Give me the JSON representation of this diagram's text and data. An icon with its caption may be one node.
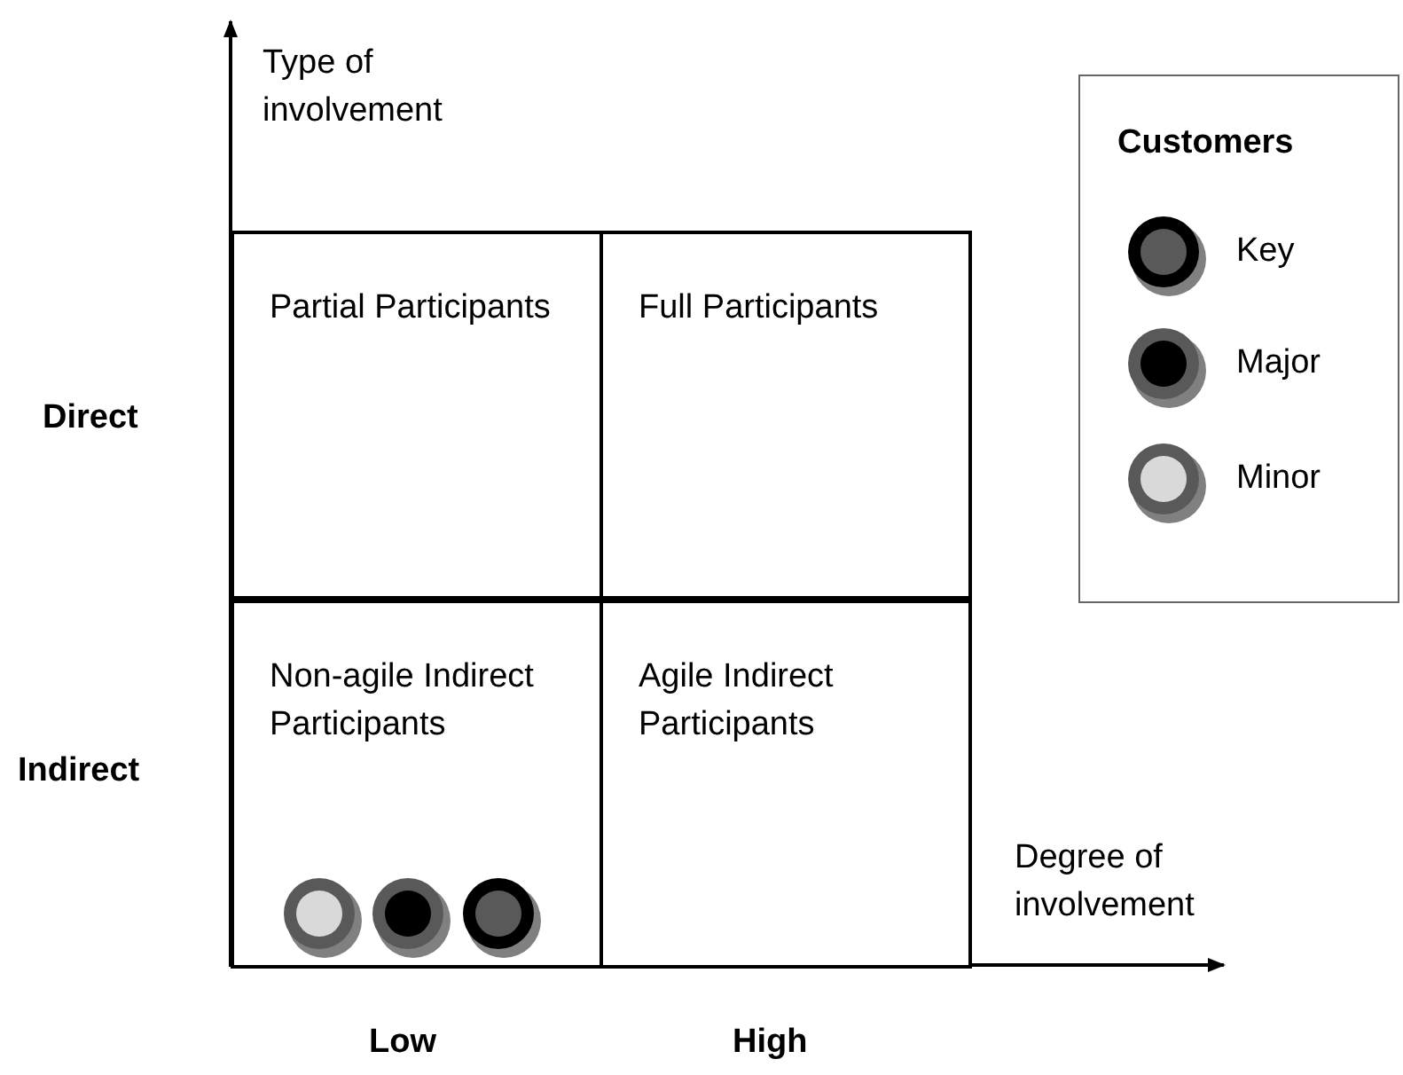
{
  "diagram": {
    "nodes": [
      {
        "text": [
          "Partial Participants"
        ]
      },
      {
        "text": [
          "Full Participants"
        ]
      },
      {
        "text": [
          "Non-agile Indirect Participants"
        ]
      },
      {
        "text": [
          "Agile Indirect Participants"
        ]
      }
    ],
    "labels": [
      "Type of involvement",
      "Customers",
      "Direct",
      "Indirect",
      "Degree of involvement",
      "Low",
      "High"
    ],
    "legend": [
      {
        "text": "Key"
      },
      {
        "text": "Major"
      },
      {
        "text": "Minor"
      }
    ]
  }
}
